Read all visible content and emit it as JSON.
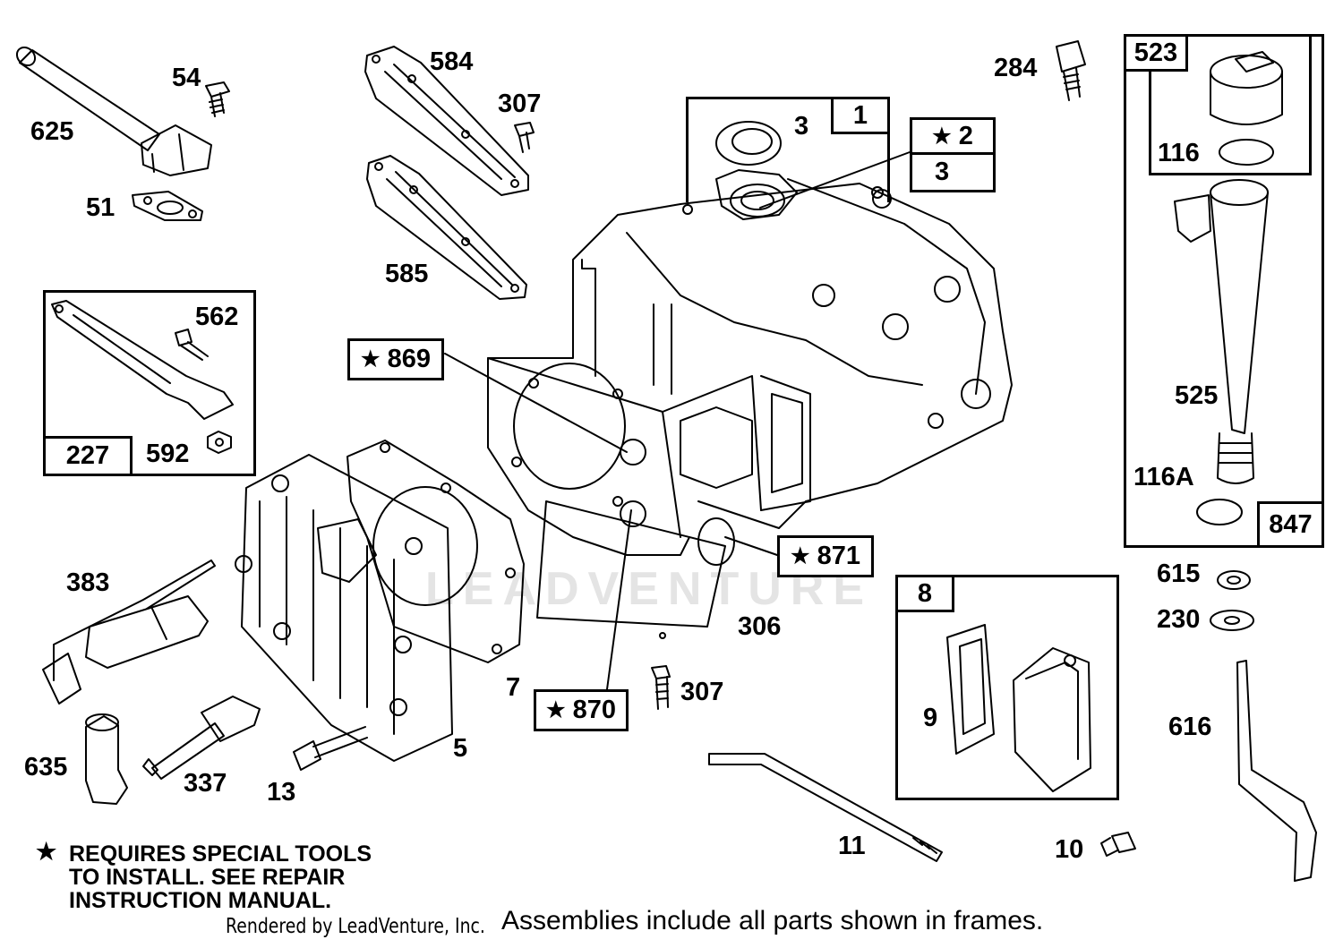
{
  "watermark": "LEADVENTURE",
  "callouts": {
    "p625": "625",
    "p54": "54",
    "p51": "51",
    "p584": "584",
    "p307a": "307",
    "p585": "585",
    "p284": "284",
    "p3a": "3",
    "p1": "1",
    "p2": "2",
    "p3b": "3",
    "p523": "523",
    "p116": "116",
    "p525": "525",
    "p116A": "116A",
    "p847": "847",
    "p562": "562",
    "p227": "227",
    "p592": "592",
    "p869": "869",
    "p871": "871",
    "p870": "870",
    "p306": "306",
    "p307b": "307",
    "p7": "7",
    "p5": "5",
    "p383": "383",
    "p635": "635",
    "p337": "337",
    "p13": "13",
    "p8": "8",
    "p9": "9",
    "p615": "615",
    "p230": "230",
    "p616": "616",
    "p11": "11",
    "p10": "10"
  },
  "special_tool_marker": "★",
  "notes": {
    "line1": "REQUIRES SPECIAL TOOLS",
    "line2": "TO INSTALL.  SEE REPAIR",
    "line3": "INSTRUCTION MANUAL."
  },
  "footer": {
    "rendered_by": "Rendered by LeadVenture, Inc.",
    "assemblies": "Assemblies include all parts shown in frames."
  }
}
